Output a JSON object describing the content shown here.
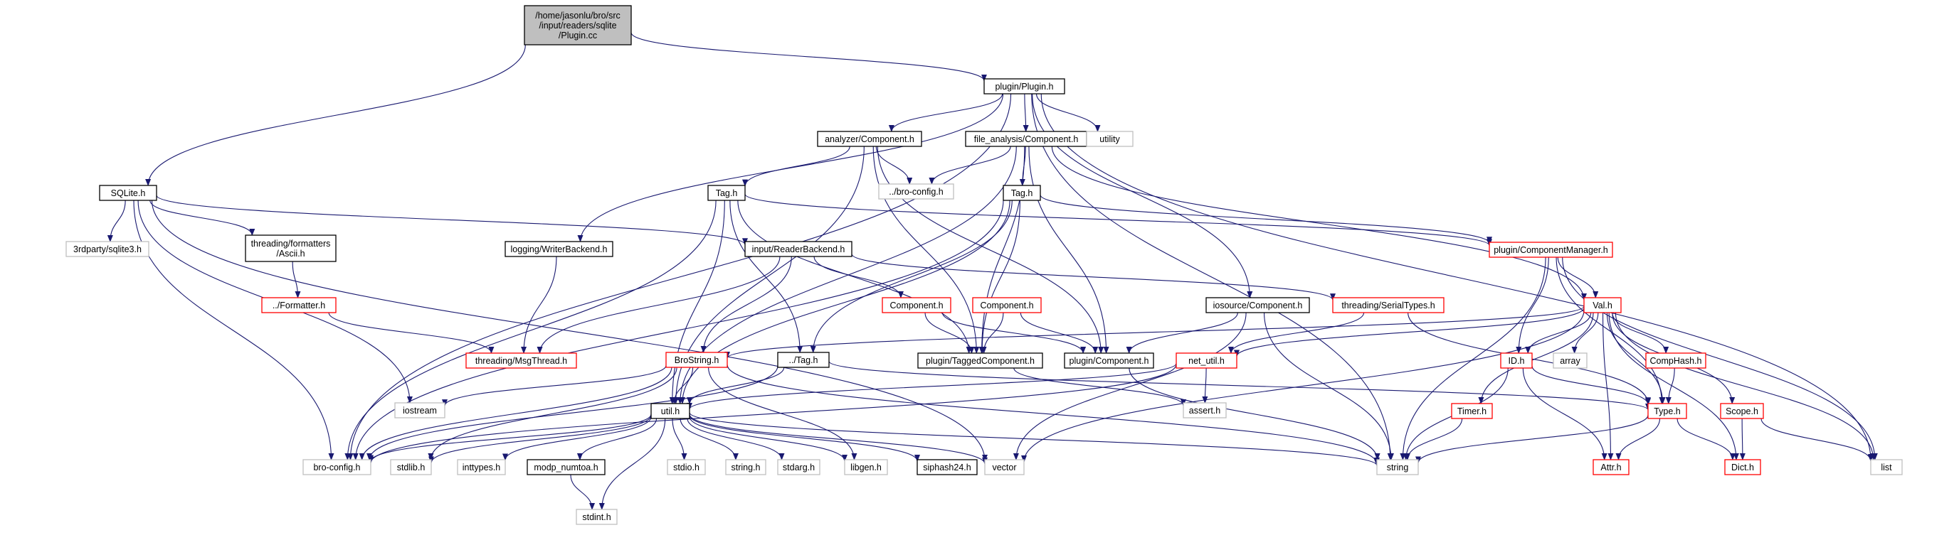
{
  "colors": {
    "edge": "#191970",
    "background": "#ffffff",
    "root_fill": "#bfbfbf",
    "root_border": "#000000",
    "normal_border": "#000000",
    "truncated_border": "#ff0000",
    "external_border": "#bfbfbf",
    "text": "#000000"
  },
  "nodes": {
    "root": {
      "lines": [
        "/home/jasonlu/bro/src",
        "/input/readers/sqlite",
        "/Plugin.cc"
      ],
      "kind": "root"
    },
    "sqlite": {
      "lines": [
        "SQLite.h"
      ],
      "kind": "normal"
    },
    "plugin": {
      "lines": [
        "plugin/Plugin.h"
      ],
      "kind": "normal"
    },
    "analyzer_comp": {
      "lines": [
        "analyzer/Component.h"
      ],
      "kind": "normal"
    },
    "fa_comp": {
      "lines": [
        "file_analysis/Component.h"
      ],
      "kind": "normal"
    },
    "utility": {
      "lines": [
        "utility"
      ],
      "kind": "external"
    },
    "broconfig_rel": {
      "lines": [
        "../bro-config.h"
      ],
      "kind": "external"
    },
    "tag_a": {
      "lines": [
        "Tag.h"
      ],
      "kind": "normal"
    },
    "tag_b": {
      "lines": [
        "Tag.h"
      ],
      "kind": "normal"
    },
    "sqlite3": {
      "lines": [
        "3rdparty/sqlite3.h"
      ],
      "kind": "external"
    },
    "ascii": {
      "lines": [
        "threading/formatters",
        "/Ascii.h"
      ],
      "kind": "normal"
    },
    "formatter": {
      "lines": [
        "../Formatter.h"
      ],
      "kind": "truncated"
    },
    "writerbackend": {
      "lines": [
        "logging/WriterBackend.h"
      ],
      "kind": "normal"
    },
    "readerbackend": {
      "lines": [
        "input/ReaderBackend.h"
      ],
      "kind": "normal"
    },
    "compmgr": {
      "lines": [
        "plugin/ComponentManager.h"
      ],
      "kind": "truncated"
    },
    "msgthread": {
      "lines": [
        "threading/MsgThread.h"
      ],
      "kind": "truncated"
    },
    "comp_red1": {
      "lines": [
        "Component.h"
      ],
      "kind": "truncated"
    },
    "comp_red2": {
      "lines": [
        "Component.h"
      ],
      "kind": "truncated"
    },
    "iosource": {
      "lines": [
        "iosource/Component.h"
      ],
      "kind": "normal"
    },
    "serialtypes": {
      "lines": [
        "threading/SerialTypes.h"
      ],
      "kind": "truncated"
    },
    "val": {
      "lines": [
        "Val.h"
      ],
      "kind": "truncated"
    },
    "brostring": {
      "lines": [
        "BroString.h"
      ],
      "kind": "truncated"
    },
    "reltag": {
      "lines": [
        "../Tag.h"
      ],
      "kind": "normal"
    },
    "tagged": {
      "lines": [
        "plugin/TaggedComponent.h"
      ],
      "kind": "normal"
    },
    "plugin_comp": {
      "lines": [
        "plugin/Component.h"
      ],
      "kind": "normal"
    },
    "netutil": {
      "lines": [
        "net_util.h"
      ],
      "kind": "truncated"
    },
    "idh": {
      "lines": [
        "ID.h"
      ],
      "kind": "truncated"
    },
    "array": {
      "lines": [
        "array"
      ],
      "kind": "external"
    },
    "comphash": {
      "lines": [
        "CompHash.h"
      ],
      "kind": "truncated"
    },
    "iostream": {
      "lines": [
        "iostream"
      ],
      "kind": "external"
    },
    "util": {
      "lines": [
        "util.h"
      ],
      "kind": "normal"
    },
    "assert": {
      "lines": [
        "assert.h"
      ],
      "kind": "external"
    },
    "timer": {
      "lines": [
        "Timer.h"
      ],
      "kind": "truncated"
    },
    "type": {
      "lines": [
        "Type.h"
      ],
      "kind": "truncated"
    },
    "scope": {
      "lines": [
        "Scope.h"
      ],
      "kind": "truncated"
    },
    "broconfig": {
      "lines": [
        "bro-config.h"
      ],
      "kind": "external"
    },
    "stdlib": {
      "lines": [
        "stdlib.h"
      ],
      "kind": "external"
    },
    "inttypes": {
      "lines": [
        "inttypes.h"
      ],
      "kind": "external"
    },
    "modp": {
      "lines": [
        "modp_numtoa.h"
      ],
      "kind": "normal"
    },
    "stdio": {
      "lines": [
        "stdio.h"
      ],
      "kind": "external"
    },
    "string_h": {
      "lines": [
        "string.h"
      ],
      "kind": "external"
    },
    "stdarg": {
      "lines": [
        "stdarg.h"
      ],
      "kind": "external"
    },
    "libgen": {
      "lines": [
        "libgen.h"
      ],
      "kind": "external"
    },
    "siphash": {
      "lines": [
        "siphash24.h"
      ],
      "kind": "normal"
    },
    "vector": {
      "lines": [
        "vector"
      ],
      "kind": "external"
    },
    "string": {
      "lines": [
        "string"
      ],
      "kind": "external"
    },
    "attr": {
      "lines": [
        "Attr.h"
      ],
      "kind": "truncated"
    },
    "dict": {
      "lines": [
        "Dict.h"
      ],
      "kind": "truncated"
    },
    "list": {
      "lines": [
        "list"
      ],
      "kind": "external"
    },
    "stdint": {
      "lines": [
        "stdint.h"
      ],
      "kind": "external"
    }
  },
  "edges": [
    [
      "root",
      "sqlite"
    ],
    [
      "root",
      "plugin"
    ],
    [
      "sqlite",
      "sqlite3"
    ],
    [
      "sqlite",
      "ascii"
    ],
    [
      "sqlite",
      "readerbackend"
    ],
    [
      "sqlite",
      "broconfig"
    ],
    [
      "sqlite",
      "iostream"
    ],
    [
      "sqlite",
      "vector"
    ],
    [
      "plugin",
      "analyzer_comp"
    ],
    [
      "plugin",
      "fa_comp"
    ],
    [
      "plugin",
      "utility"
    ],
    [
      "plugin",
      "writerbackend"
    ],
    [
      "plugin",
      "iosource"
    ],
    [
      "plugin",
      "broconfig"
    ],
    [
      "plugin",
      "string"
    ],
    [
      "plugin",
      "list"
    ],
    [
      "analyzer_comp",
      "tag_a"
    ],
    [
      "analyzer_comp",
      "broconfig_rel"
    ],
    [
      "analyzer_comp",
      "plugin_comp"
    ],
    [
      "analyzer_comp",
      "tagged"
    ],
    [
      "analyzer_comp",
      "util"
    ],
    [
      "fa_comp",
      "tag_b"
    ],
    [
      "fa_comp",
      "broconfig_rel"
    ],
    [
      "fa_comp",
      "plugin_comp"
    ],
    [
      "fa_comp",
      "tagged"
    ],
    [
      "fa_comp",
      "util"
    ],
    [
      "fa_comp",
      "val"
    ],
    [
      "tag_a",
      "broconfig"
    ],
    [
      "tag_a",
      "util"
    ],
    [
      "tag_a",
      "compmgr"
    ],
    [
      "tag_a",
      "reltag"
    ],
    [
      "tag_a",
      "tagged"
    ],
    [
      "tag_b",
      "broconfig"
    ],
    [
      "tag_b",
      "util"
    ],
    [
      "tag_b",
      "compmgr"
    ],
    [
      "tag_b",
      "reltag"
    ],
    [
      "tag_b",
      "tagged"
    ],
    [
      "ascii",
      "formatter"
    ],
    [
      "formatter",
      "msgthread"
    ],
    [
      "writerbackend",
      "msgthread"
    ],
    [
      "readerbackend",
      "msgthread"
    ],
    [
      "readerbackend",
      "comp_red1"
    ],
    [
      "readerbackend",
      "serialtypes"
    ],
    [
      "readerbackend",
      "brostring"
    ],
    [
      "compmgr",
      "val"
    ],
    [
      "compmgr",
      "idh"
    ],
    [
      "compmgr",
      "type"
    ],
    [
      "compmgr",
      "string"
    ],
    [
      "compmgr",
      "list"
    ],
    [
      "comp_red1",
      "tagged"
    ],
    [
      "comp_red1",
      "plugin_comp"
    ],
    [
      "comp_red2",
      "tagged"
    ],
    [
      "comp_red2",
      "plugin_comp"
    ],
    [
      "iosource",
      "plugin_comp"
    ],
    [
      "iosource",
      "string"
    ],
    [
      "iosource",
      "vector"
    ],
    [
      "serialtypes",
      "netutil"
    ],
    [
      "serialtypes",
      "type"
    ],
    [
      "val",
      "brostring"
    ],
    [
      "val",
      "netutil"
    ],
    [
      "val",
      "idh"
    ],
    [
      "val",
      "array"
    ],
    [
      "val",
      "comphash"
    ],
    [
      "val",
      "timer"
    ],
    [
      "val",
      "type"
    ],
    [
      "val",
      "scope"
    ],
    [
      "val",
      "attr"
    ],
    [
      "val",
      "dict"
    ],
    [
      "val",
      "list"
    ],
    [
      "val",
      "vector"
    ],
    [
      "brostring",
      "util"
    ],
    [
      "brostring",
      "iostream"
    ],
    [
      "brostring",
      "stdlib"
    ],
    [
      "brostring",
      "libgen"
    ],
    [
      "brostring",
      "string"
    ],
    [
      "brostring",
      "broconfig"
    ],
    [
      "reltag",
      "util"
    ],
    [
      "reltag",
      "type"
    ],
    [
      "reltag",
      "broconfig"
    ],
    [
      "tagged",
      "assert"
    ],
    [
      "plugin_comp",
      "string"
    ],
    [
      "netutil",
      "util"
    ],
    [
      "netutil",
      "assert"
    ],
    [
      "netutil",
      "broconfig"
    ],
    [
      "idh",
      "type"
    ],
    [
      "idh",
      "attr"
    ],
    [
      "idh",
      "string"
    ],
    [
      "comphash",
      "type"
    ],
    [
      "timer",
      "string"
    ],
    [
      "type",
      "string"
    ],
    [
      "type",
      "attr"
    ],
    [
      "type",
      "dict"
    ],
    [
      "scope",
      "dict"
    ],
    [
      "scope",
      "list"
    ],
    [
      "util",
      "broconfig"
    ],
    [
      "util",
      "stdlib"
    ],
    [
      "util",
      "inttypes"
    ],
    [
      "util",
      "modp"
    ],
    [
      "util",
      "stdio"
    ],
    [
      "util",
      "string_h"
    ],
    [
      "util",
      "stdarg"
    ],
    [
      "util",
      "libgen"
    ],
    [
      "util",
      "siphash"
    ],
    [
      "util",
      "vector"
    ],
    [
      "util",
      "string"
    ],
    [
      "util",
      "stdint"
    ],
    [
      "modp",
      "stdint"
    ]
  ]
}
